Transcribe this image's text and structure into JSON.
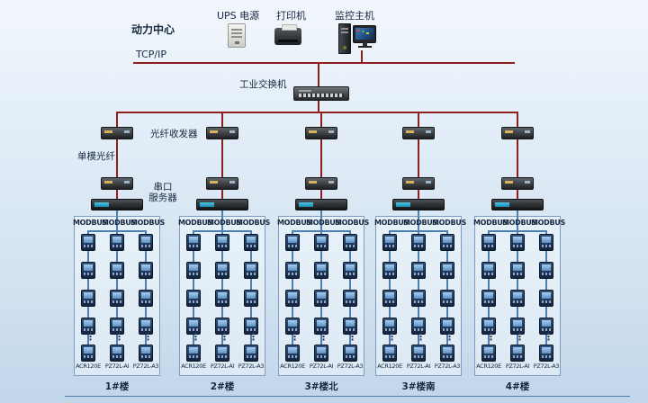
{
  "header": {
    "power_center": "动力中心",
    "ups": "UPS 电源",
    "printer": "打印机",
    "monitor_host": "监控主机",
    "tcpip": "TCP/IP",
    "switch": "工业交换机"
  },
  "annotations": {
    "fiber_transceiver": "光纤收发器",
    "single_mode_fiber": "单模光纤",
    "serial_server": [
      "串口",
      "服务器"
    ]
  },
  "group_template": {
    "bus_labels": [
      "MODBUS",
      "MODBUS",
      "MODBUS"
    ],
    "meter_models": [
      "ACR120E",
      "PZ72L-AI",
      "PZ72L-A3"
    ],
    "ellipsis": "⋮"
  },
  "groups": [
    {
      "label": "1#楼"
    },
    {
      "label": "2#楼"
    },
    {
      "label": "3#楼北"
    },
    {
      "label": "3#楼南"
    },
    {
      "label": "4#楼"
    }
  ],
  "colors": {
    "bus_line": "#8e1f1f",
    "link_line": "#4f7fae",
    "box_border": "#7e9cbd",
    "label_text": "#17273f"
  }
}
